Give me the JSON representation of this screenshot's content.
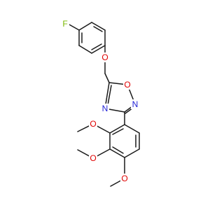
{
  "molecule": {
    "atoms": {
      "fluorine": "F",
      "ether_oxygen": "O",
      "ring_oxygen": "O",
      "ring_n_right": "N",
      "ring_n_left": "N",
      "methoxy_o_1": "O",
      "methoxy_o_2": "O",
      "methoxy_o_3": "O"
    },
    "colors": {
      "bond": "#1a1a1a",
      "oxygen": "#e00000",
      "nitrogen": "#1f1fd6",
      "fluorine": "#7ab800"
    }
  }
}
